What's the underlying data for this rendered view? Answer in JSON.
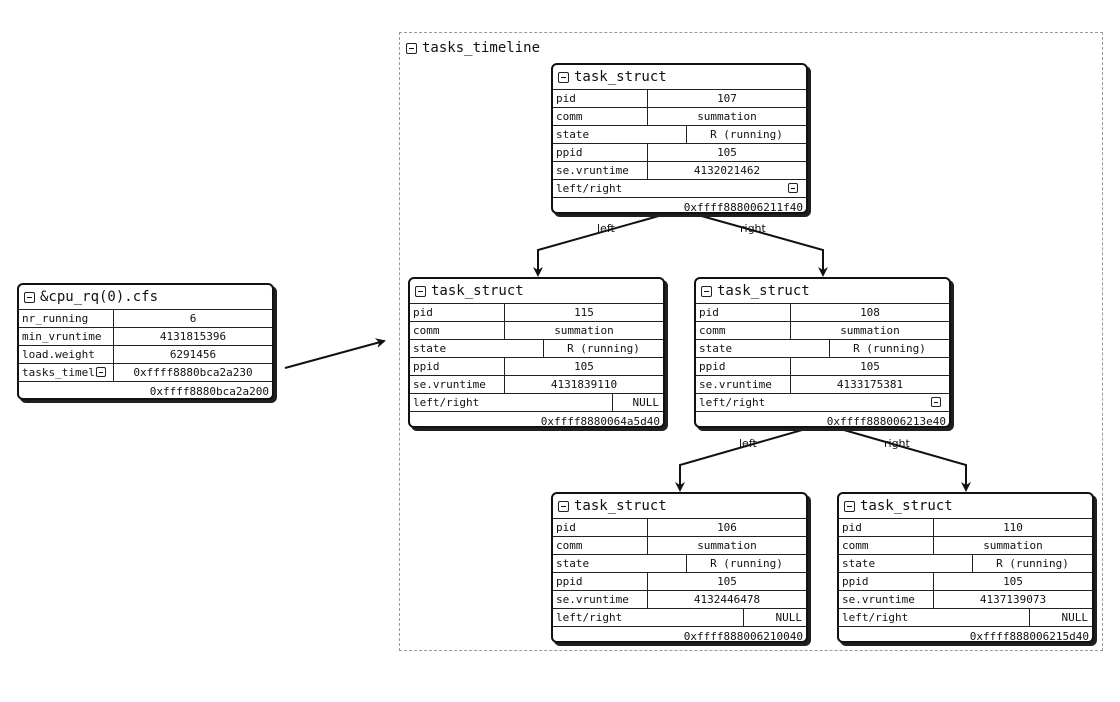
{
  "container": {
    "title": "tasks_timeline"
  },
  "cfs": {
    "title": "&cpu_rq(0).cfs",
    "fields": [
      {
        "key": "nr_running",
        "value": "6"
      },
      {
        "key": "min_vruntime",
        "value": "4131815396"
      },
      {
        "key": "load.weight",
        "value": "6291456"
      },
      {
        "key": "tasks_timeli",
        "value": "0xffff8880bca2a230"
      }
    ],
    "address": "0xffff8880bca2a200"
  },
  "tasks": {
    "t107": {
      "title": "task_struct",
      "pid": "107",
      "comm": "summation",
      "state": "R (running)",
      "ppid": "105",
      "vruntime": "4132021462",
      "leftright": "",
      "address": "0xffff888006211f40"
    },
    "t115": {
      "title": "task_struct",
      "pid": "115",
      "comm": "summation",
      "state": "R (running)",
      "ppid": "105",
      "vruntime": "4131839110",
      "leftright": "NULL",
      "address": "0xffff8880064a5d40"
    },
    "t108": {
      "title": "task_struct",
      "pid": "108",
      "comm": "summation",
      "state": "R (running)",
      "ppid": "105",
      "vruntime": "4133175381",
      "leftright": "",
      "address": "0xffff888006213e40"
    },
    "t106": {
      "title": "task_struct",
      "pid": "106",
      "comm": "summation",
      "state": "R (running)",
      "ppid": "105",
      "vruntime": "4132446478",
      "leftright": "NULL",
      "address": "0xffff888006210040"
    },
    "t110": {
      "title": "task_struct",
      "pid": "110",
      "comm": "summation",
      "state": "R (running)",
      "ppid": "105",
      "vruntime": "4137139073",
      "leftright": "NULL",
      "address": "0xffff888006215d40"
    }
  },
  "labels": {
    "pid": "pid",
    "comm": "comm",
    "state": "state",
    "ppid": "ppid",
    "vruntime": "se.vruntime",
    "leftright": "left/right"
  },
  "edges": {
    "left": "left",
    "right": "right"
  }
}
